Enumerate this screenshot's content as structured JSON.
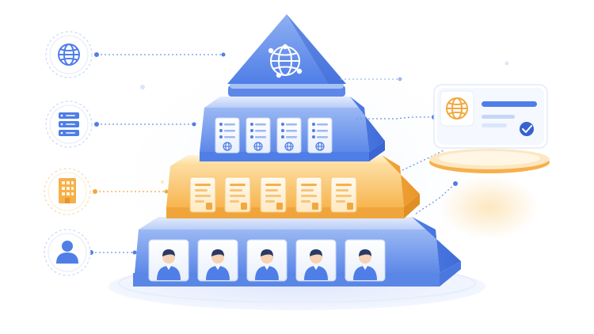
{
  "scene": {
    "description_free": true
  },
  "colors": {
    "blue_primary": "#4f7ee6",
    "blue_light": "#dbe6fb",
    "blue_mid": "#7ea3ef",
    "blue_dark": "#3563cf",
    "orange_primary": "#f6b04a",
    "orange_light": "#fde7c2",
    "orange_dark": "#e8962a",
    "card_bg": "#eef3fd",
    "white": "#ffffff"
  },
  "left_icons": [
    {
      "id": "globe",
      "color": "blue"
    },
    {
      "id": "server",
      "color": "blue"
    },
    {
      "id": "building",
      "color": "orange"
    },
    {
      "id": "user",
      "color": "blue"
    }
  ],
  "pyramid": {
    "top_icon": "globe-icon",
    "tiers": [
      {
        "id": "tier-servers",
        "color": "blue",
        "card_count": 4,
        "card_icon": "server-globe"
      },
      {
        "id": "tier-buildings",
        "color": "orange",
        "card_count": 5,
        "card_icon": "document"
      },
      {
        "id": "tier-people",
        "color": "blue",
        "card_count": 5,
        "card_icon": "person"
      }
    ]
  },
  "right_card": {
    "icon": "globe-icon",
    "status_icon": "check-badge-icon"
  }
}
